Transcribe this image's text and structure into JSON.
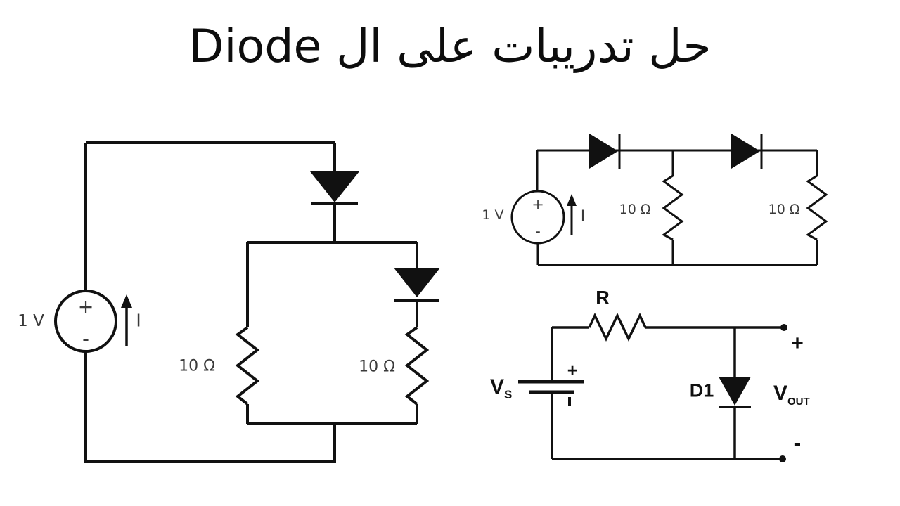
{
  "title": "حل تدريبات على ال Diode",
  "colors": {
    "ink": "#111111",
    "label_gray": "#3a3a3a",
    "background": "#ffffff"
  },
  "circuit_left": {
    "source_value": "1 V",
    "source_plus": "+",
    "source_minus": "-",
    "current_label": "I",
    "resistor_left": "10 Ω",
    "resistor_right": "10 Ω"
  },
  "circuit_top_right": {
    "source_value": "1 V",
    "source_plus": "+",
    "source_minus": "-",
    "current_label": "I",
    "resistor_mid": "10 Ω",
    "resistor_right": "10 Ω"
  },
  "circuit_bottom_right": {
    "resistor_label": "R",
    "source_main": "V",
    "source_sub": "S",
    "battery_plus": "+",
    "diode_label": "D1",
    "output_main": "V",
    "output_sub": "OUT",
    "terminal_plus": "+",
    "terminal_minus": "-"
  }
}
